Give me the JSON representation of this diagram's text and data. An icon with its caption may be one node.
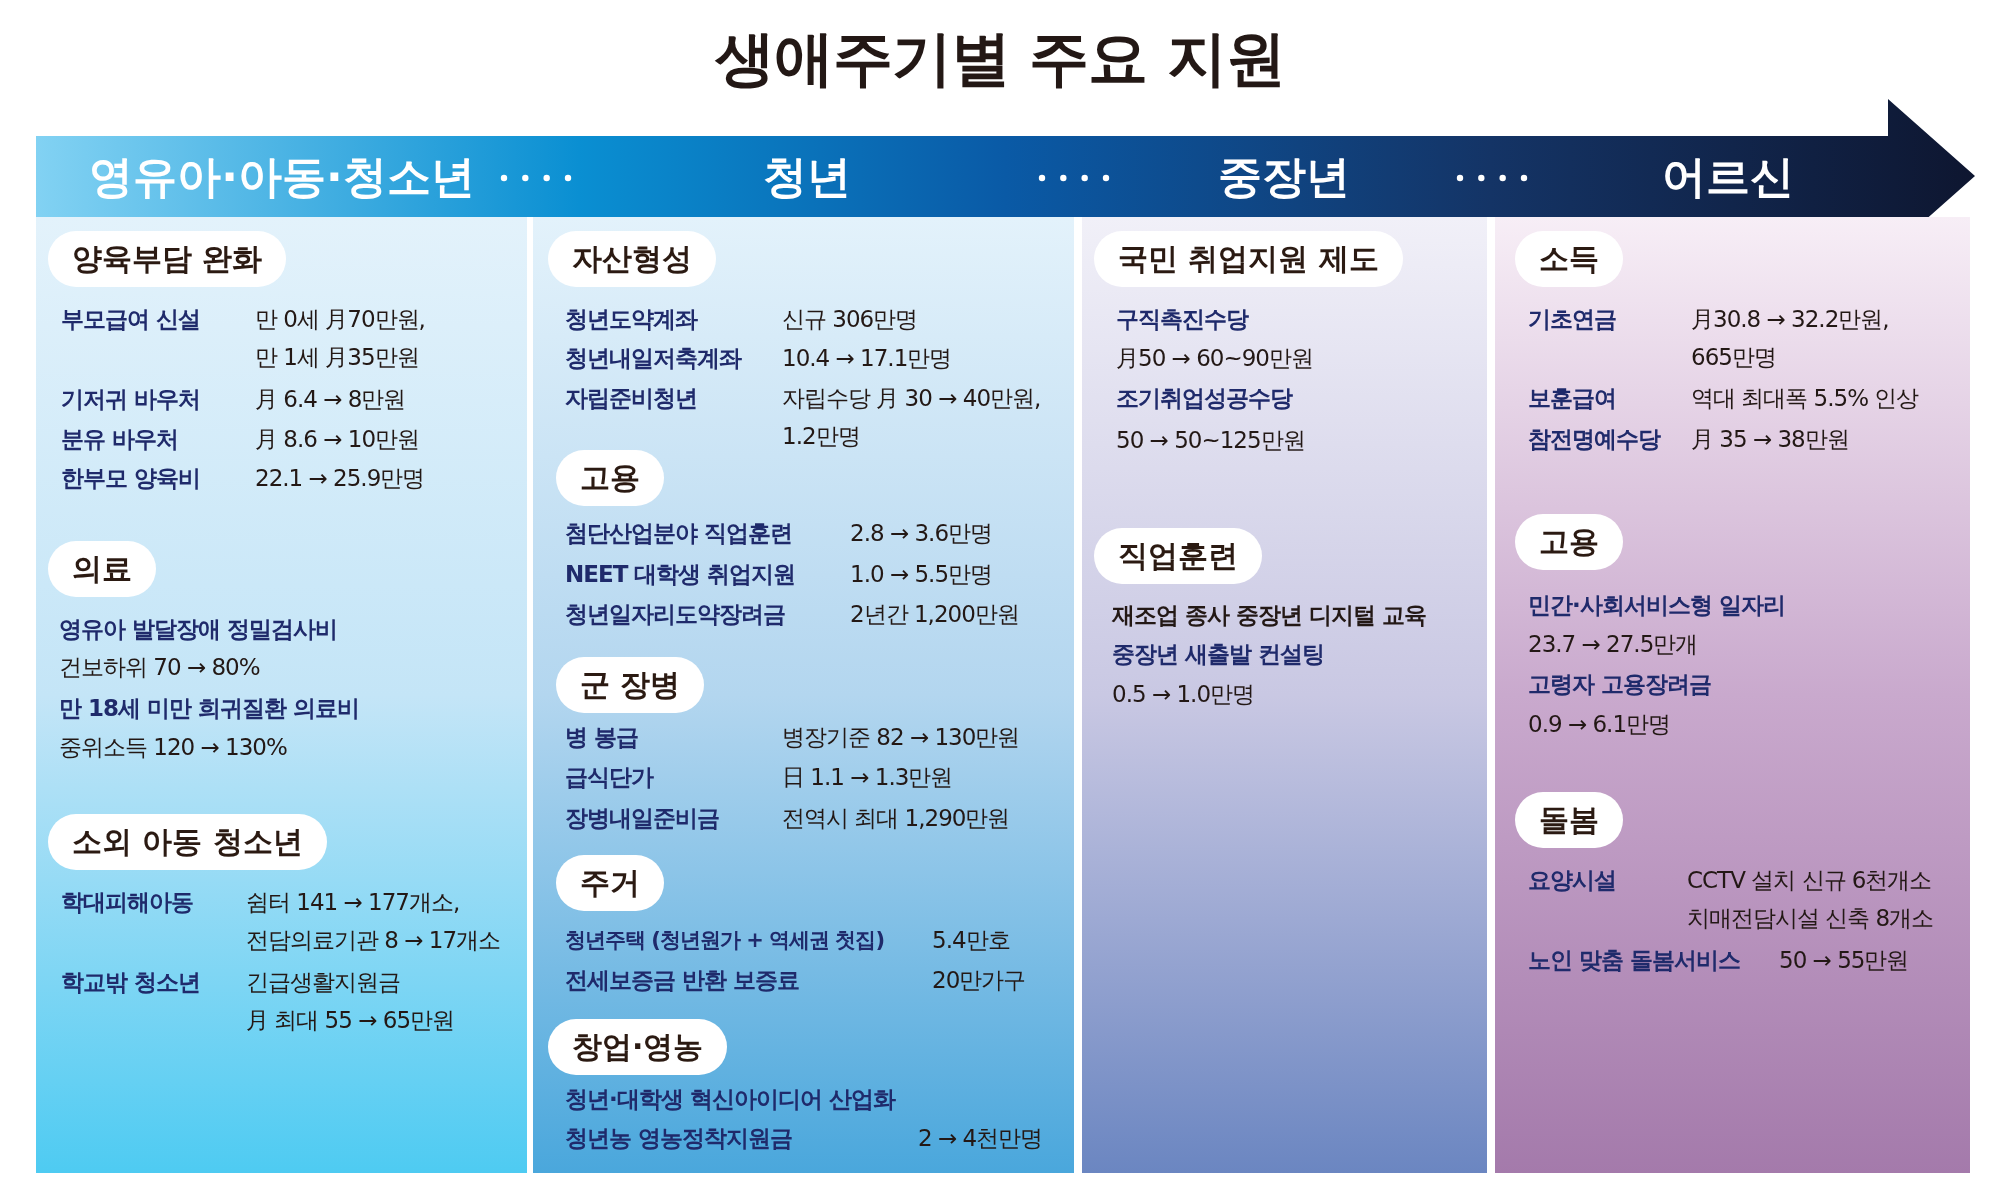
{
  "diagram": {
    "title": "생애주기별 주요 지원",
    "nodes": [
      {
        "text": [
          "영유아·아동·청소년"
        ]
      },
      {
        "text": [
          "청년"
        ]
      },
      {
        "text": [
          "중장년"
        ]
      },
      {
        "text": [
          "어르신"
        ]
      },
      {
        "text": [
          "양육부담 완화"
        ],
        "in": 0,
        "beside": [
          "부모급여 신설",
          "만 0세 月70만원, 만 1세 月35만원",
          "기저귀 바우처",
          "月 6.4 → 8만원",
          "분유 바우처",
          "月 8.6 → 10만원",
          "한부모 양육비",
          "22.1 → 25.9만명"
        ]
      },
      {
        "text": [
          "의료"
        ],
        "in": 0,
        "beside": [
          "영유아 발달장애 정밀검사비",
          "건보하위 70 → 80%",
          "만 18세 미만 희귀질환 의료비",
          "중위소득 120 → 130%"
        ]
      },
      {
        "text": [
          "소외 아동 청소년"
        ],
        "in": 0,
        "beside": [
          "학대피해아동",
          "쉼터 141 → 177개소, 전담의료기관 8 → 17개소",
          "학교밖 청소년",
          "긴급생활지원금 月 최대 55 → 65만원"
        ]
      },
      {
        "text": [
          "자산형성"
        ],
        "in": 1,
        "beside": [
          "청년도약계좌",
          "신규 306만명",
          "청년내일저축계좌",
          "10.4 → 17.1만명",
          "자립준비청년",
          "자립수당 月 30 → 40만원, 1.2만명"
        ]
      },
      {
        "text": [
          "고용"
        ],
        "in": 1,
        "beside": [
          "첨단산업분야 직업훈련",
          "2.8 → 3.6만명",
          "NEET 대학생 취업지원",
          "1.0 → 5.5만명",
          "청년일자리도약장려금",
          "2년간 1,200만원"
        ]
      },
      {
        "text": [
          "군 장병"
        ],
        "in": 1,
        "beside": [
          "병 봉급",
          "병장기준 82 → 130만원",
          "급식단가",
          "日 1.1 → 1.3만원",
          "장병내일준비금",
          "전역시 최대 1,290만원"
        ]
      },
      {
        "text": [
          "주거"
        ],
        "in": 1,
        "beside": [
          "청년주택 (청년원가 + 역세권 첫집)",
          "5.4만호",
          "전세보증금 반환 보증료",
          "20만가구"
        ]
      },
      {
        "text": [
          "창업·영농"
        ],
        "in": 1,
        "beside": [
          "청년·대학생 혁신아이디어 산업화",
          "청년농 영농정착지원금",
          "2 → 4천만명"
        ]
      },
      {
        "text": [
          "국민 취업지원 제도"
        ],
        "in": 2,
        "beside": [
          "구직촉진수당",
          "月50 → 60~90만원",
          "조기취업성공수당",
          "50 → 50~125만원"
        ]
      },
      {
        "text": [
          "직업훈련"
        ],
        "in": 2,
        "beside": [
          "재조업 종사 중장년 디지털 교육",
          "중장년 새출발 컨설팅",
          "0.5 → 1.0만명"
        ]
      },
      {
        "text": [
          "소득"
        ],
        "in": 3,
        "beside": [
          "기초연금",
          "月30.8 → 32.2만원, 665만명",
          "보훈급여",
          "역대 최대폭 5.5% 인상",
          "참전명예수당",
          "月 35 → 38만원"
        ]
      },
      {
        "text": [
          "고용"
        ],
        "in": 3,
        "beside": [
          "민간·사회서비스형 일자리",
          "23.7 → 27.5만개",
          "고령자 고용장려금",
          "0.9 → 6.1만명"
        ]
      },
      {
        "text": [
          "돌봄"
        ],
        "in": 3,
        "beside": [
          "요양시설",
          "CCTV 설치 신규 6천개소 치매전담시설 신축 8개소",
          "노인 맞춤 돌봄서비스",
          "50 → 55만원"
        ]
      }
    ]
  }
}
